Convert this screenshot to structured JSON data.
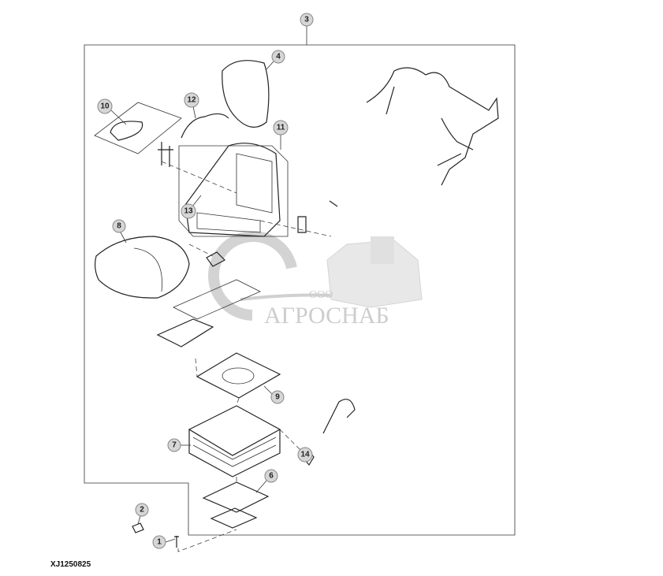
{
  "figure_id": "XJ1250825",
  "callouts": [
    "1",
    "2",
    "3",
    "4",
    "6",
    "7",
    "8",
    "9",
    "10",
    "11",
    "12",
    "13",
    "14"
  ],
  "watermark": {
    "company_type": "ООО",
    "company_name": "АГРОСНАБ"
  }
}
